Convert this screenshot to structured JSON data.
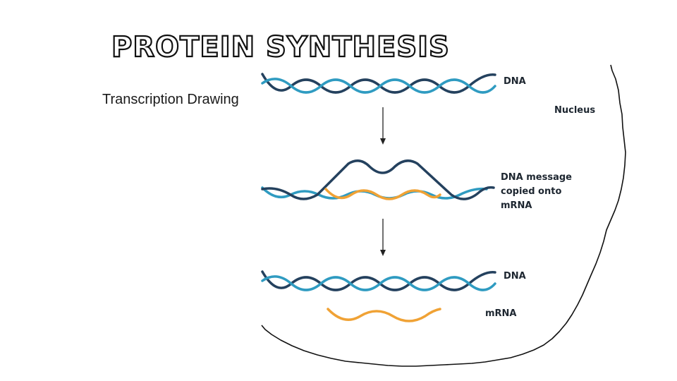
{
  "slide": {
    "title": "PROTEIN SYNTHESIS",
    "subtitle": "Transcription Drawing"
  },
  "diagram": {
    "labels": {
      "dna_top": "DNA",
      "nucleus": "Nucleus",
      "copy_line1": "DNA message",
      "copy_line2": "copied onto",
      "copy_line3": "mRNA",
      "dna_bottom": "DNA",
      "mrna": "mRNA"
    },
    "colors": {
      "dna_dark": "#24415e",
      "dna_light": "#2f9bc1",
      "mrna": "#f0a235",
      "outline": "#111111",
      "arrow": "#222222"
    }
  }
}
